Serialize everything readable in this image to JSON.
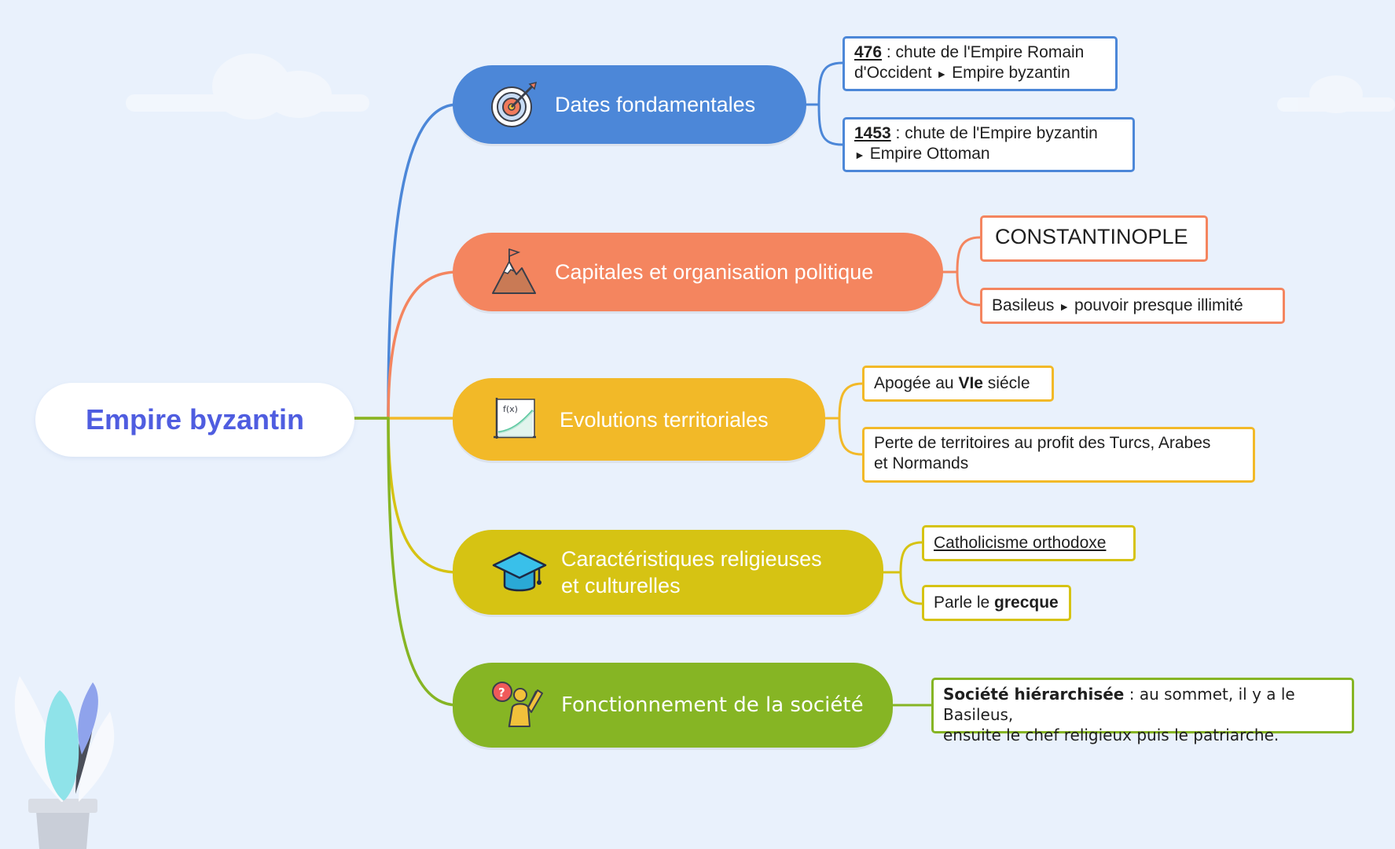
{
  "root": {
    "label": "Empire byzantin"
  },
  "colors": {
    "background": "#e9f1fc",
    "root_text": "#4f5de0",
    "dates": "#4c87d8",
    "capitales": "#f4855f",
    "evolutions": "#f2b928",
    "religion": "#d6c313",
    "societe": "#86b524"
  },
  "branches": [
    {
      "id": "dates",
      "icon": "target-icon",
      "label": "Dates fondamentales",
      "leaves": [
        {
          "date": "476",
          "line1_rest": " : chute de l'Empire Romain",
          "line2_a": "d'Occident",
          "arrow": "►",
          "line2_b": "Empire byzantin"
        },
        {
          "date": "1453",
          "line1_rest": " : chute de l'Empire byzantin",
          "arrow": "►",
          "line2_b": "Empire Ottoman"
        }
      ]
    },
    {
      "id": "capitales",
      "icon": "mountain-flag-icon",
      "label": "Capitales et organisation politique",
      "leaves": [
        {
          "text": "CONSTANTINOPLE"
        },
        {
          "text_a": "Basileus",
          "arrow": "►",
          "text_b": "pouvoir presque illimité"
        }
      ]
    },
    {
      "id": "evolutions",
      "icon": "function-graph-icon",
      "icon_text": "f(x)",
      "label": "Evolutions territoriales",
      "leaves": [
        {
          "text_a": "Apogée au ",
          "bold": "VIe",
          "text_b": " siécle"
        },
        {
          "line1": "Perte de territoires au profit des Turcs, Arabes",
          "line2": "et Normands"
        }
      ]
    },
    {
      "id": "religion",
      "icon": "graduation-cap-icon",
      "label_line1": "Caractéristiques religieuses",
      "label_line2": "et culturelles",
      "leaves": [
        {
          "text": "Catholicisme orthodoxe"
        },
        {
          "text_a": "Parle le ",
          "bold": "grecque"
        }
      ]
    },
    {
      "id": "societe",
      "icon": "person-question-icon",
      "label": "Fonctionnement de la société",
      "leaves": [
        {
          "bold": "Société hiérarchisée",
          "line1_rest": " : au sommet, il y a le Basileus,",
          "line2": "ensuite le chef religieux puis le patriarche."
        }
      ]
    }
  ]
}
